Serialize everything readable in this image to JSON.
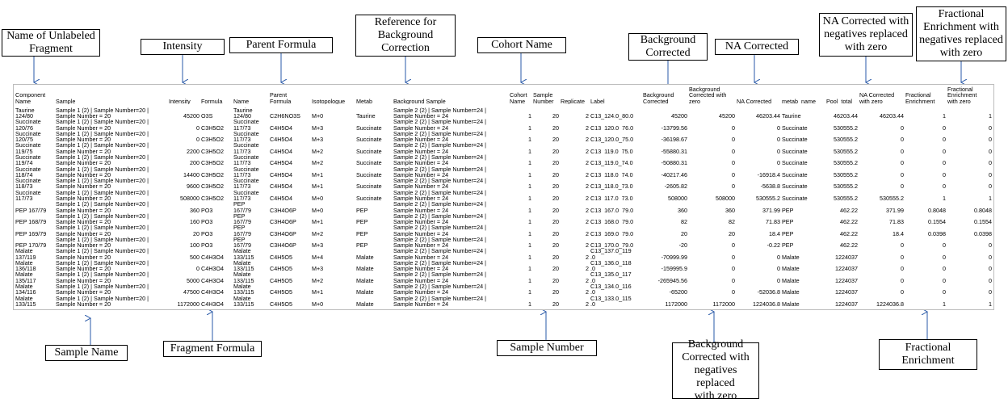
{
  "callouts": {
    "name_unlabeled_fragment": "Name of Unlabeled\nFragment",
    "intensity": "Intensity",
    "parent_formula": "Parent Formula",
    "reference_background": "Reference for\nBackground\nCorrection",
    "cohort_name": "Cohort Name",
    "background_corrected": "Background\nCorrected",
    "na_corrected": "NA Corrected",
    "na_corrected_neg_zero": "NA Corrected with\nnegatives replaced\nwith zero",
    "fractional_enrichment_neg_zero": "Fractional\nEnrichment with\nnegatives replaced\nwith zero",
    "sample_name": "Sample Name",
    "fragment_formula": "Fragment Formula",
    "sample_number": "Sample Number",
    "background_corrected_neg_zero": "Background\nCorrected with\nnegatives replaced\nwith zero",
    "fractional_enrichment": "Fractional\nEnrichment"
  },
  "table": {
    "headers": [
      "Component\nName",
      "Sample",
      "Intensity",
      "Formula",
      "Name",
      "Parent\nFormula",
      "Isotopologue",
      "Metab",
      "Background Sample",
      "Cohort\nName",
      "Sample\nNumber",
      "Replicate",
      "Label",
      "Background\nCorrected",
      "Background\nCorrected with\nzero",
      "NA Corrected",
      "metab_name",
      "Pool_total",
      "NA Corrected\nwith zero",
      "Fractional\nEnrichment",
      "Fractional\nEnrichment\nwith zero"
    ],
    "rows": [
      [
        "Taurine\n124/80",
        "Sample 1 (2) | Sample Number=20 |\nSample Number = 20",
        "45200",
        "O3S",
        "Taurine\n124/80",
        "C2H6NO3S",
        "M+0",
        "Taurine",
        "Sample 2 (2) | Sample Number=24 |\nSample Number = 24",
        "1",
        "20",
        "2",
        "C13_124.0_80.0",
        "45200",
        "45200",
        "46203.44",
        "Taurine",
        "46203.44",
        "46203.44",
        "1",
        "1"
      ],
      [
        "Succinate\n120/76",
        "Sample 1 (2) | Sample Number=20 |\nSample Number = 20",
        "0",
        "C3H5O2",
        "Succinate\n117/73",
        "C4H5O4",
        "M+3",
        "Succinate",
        "Sample 2 (2) | Sample Number=24 |\nSample Number = 24",
        "1",
        "20",
        "2",
        "C13_120.0_76.0",
        "-13799.56",
        "0",
        "0",
        "Succinate",
        "530555.2",
        "0",
        "0",
        "0"
      ],
      [
        "Succinate\n120/75",
        "Sample 1 (2) | Sample Number=20 |\nSample Number = 20",
        "0",
        "C3H5O2",
        "Succinate\n117/73",
        "C4H5O4",
        "M+3",
        "Succinate",
        "Sample 2 (2) | Sample Number=24 |\nSample Number = 24",
        "1",
        "20",
        "2",
        "C13_120.0_75.0",
        "-36198.67",
        "0",
        "0",
        "Succinate",
        "530555.2",
        "0",
        "0",
        "0"
      ],
      [
        "Succinate\n119/75",
        "Sample 1 (2) | Sample Number=20 |\nSample Number = 20",
        "2200",
        "C3H5O2",
        "Succinate\n117/73",
        "C4H5O4",
        "M+2",
        "Succinate",
        "Sample 2 (2) | Sample Number=24 |\nSample Number = 24",
        "1",
        "20",
        "2",
        "C13_119.0_75.0",
        "-55880.31",
        "0",
        "0",
        "Succinate",
        "530555.2",
        "0",
        "0",
        "0"
      ],
      [
        "Succinate\n119/74",
        "Sample 1 (2) | Sample Number=20 |\nSample Number = 20",
        "200",
        "C3H5O2",
        "Succinate\n117/73",
        "C4H5O4",
        "M+2",
        "Succinate",
        "Sample 2 (2) | Sample Number=24 |\nSample Number = 24",
        "1",
        "20",
        "2",
        "C13_119.0_74.0",
        "-50880.31",
        "0",
        "0",
        "Succinate",
        "530555.2",
        "0",
        "0",
        "0"
      ],
      [
        "Succinate\n118/74",
        "Sample 1 (2) | Sample Number=20 |\nSample Number = 20",
        "14400",
        "C3H5O2",
        "Succinate\n117/73",
        "C4H5O4",
        "M+1",
        "Succinate",
        "Sample 2 (2) | Sample Number=24 |\nSample Number = 24",
        "1",
        "20",
        "2",
        "C13_118.0_74.0",
        "-40217.46",
        "0",
        "-16918.4",
        "Succinate",
        "530555.2",
        "0",
        "0",
        "0"
      ],
      [
        "Succinate\n118/73",
        "Sample 1 (2) | Sample Number=20 |\nSample Number = 20",
        "9600",
        "C3H5O2",
        "Succinate\n117/73",
        "C4H5O4",
        "M+1",
        "Succinate",
        "Sample 2 (2) | Sample Number=24 |\nSample Number = 24",
        "1",
        "20",
        "2",
        "C13_118.0_73.0",
        "-2605.82",
        "0",
        "-5638.8",
        "Succinate",
        "530555.2",
        "0",
        "0",
        "0"
      ],
      [
        "Succinate\n117/73",
        "Sample 1 (2) | Sample Number=20 |\nSample Number = 20",
        "508000",
        "C3H5O2",
        "Succinate\n117/73",
        "C4H5O4",
        "M+0",
        "Succinate",
        "Sample 2 (2) | Sample Number=24 |\nSample Number = 24",
        "1",
        "20",
        "2",
        "C13_117.0_73.0",
        "508000",
        "508000",
        "530555.2",
        "Succinate",
        "530555.2",
        "530555.2",
        "1",
        "1"
      ],
      [
        "PEP 167/79",
        "Sample 1 (2) | Sample Number=20 |\nSample Number = 20",
        "360",
        "PO3",
        "PEP\n167/79",
        "C3H4O6P",
        "M+0",
        "PEP",
        "Sample 2 (2) | Sample Number=24 |\nSample Number = 24",
        "1",
        "20",
        "2",
        "C13_167.0_79.0",
        "360",
        "360",
        "371.99",
        "PEP",
        "462.22",
        "371.99",
        "0.8048",
        "0.8048"
      ],
      [
        "PEP 168/79",
        "Sample 1 (2) | Sample Number=20 |\nSample Number = 20",
        "160",
        "PO3",
        "PEP\n167/79",
        "C3H4O6P",
        "M+1",
        "PEP",
        "Sample 2 (2) | Sample Number=24 |\nSample Number = 24",
        "1",
        "20",
        "2",
        "C13_168.0_79.0",
        "82",
        "82",
        "71.83",
        "PEP",
        "462.22",
        "71.83",
        "0.1554",
        "0.1554"
      ],
      [
        "PEP 169/79",
        "Sample 1 (2) | Sample Number=20 |\nSample Number = 20",
        "20",
        "PO3",
        "PEP\n167/79",
        "C3H4O6P",
        "M+2",
        "PEP",
        "Sample 2 (2) | Sample Number=24 |\nSample Number = 24",
        "1",
        "20",
        "2",
        "C13_169.0_79.0",
        "20",
        "20",
        "18.4",
        "PEP",
        "462.22",
        "18.4",
        "0.0398",
        "0.0398"
      ],
      [
        "PEP 170/79",
        "Sample 1 (2) | Sample Number=20 |\nSample Number = 20",
        "100",
        "PO3",
        "PEP\n167/79",
        "C3H4O6P",
        "M+3",
        "PEP",
        "Sample 2 (2) | Sample Number=24 |\nSample Number = 24",
        "1",
        "20",
        "2",
        "C13_170.0_79.0",
        "-20",
        "0",
        "-0.22",
        "PEP",
        "462.22",
        "0",
        "0",
        "0"
      ],
      [
        "Malate\n137/119",
        "Sample 1 (2) | Sample Number=20 |\nSample Number = 20",
        "500",
        "C4H3O4",
        "Malate\n133/115",
        "C4H5O5",
        "M+4",
        "Malate",
        "Sample 2 (2) | Sample Number=24 |\nSample Number = 24",
        "1",
        "20",
        "2",
        "C13_137.0_119\n.0",
        "-70999.99",
        "0",
        "0",
        "Malate",
        "1224037",
        "0",
        "0",
        "0"
      ],
      [
        "Malate\n136/118",
        "Sample 1 (2) | Sample Number=20 |\nSample Number = 20",
        "0",
        "C4H3O4",
        "Malate\n133/115",
        "C4H5O5",
        "M+3",
        "Malate",
        "Sample 2 (2) | Sample Number=24 |\nSample Number = 24",
        "1",
        "20",
        "2",
        "C13_136.0_118\n.0",
        "-159995.9",
        "0",
        "0",
        "Malate",
        "1224037",
        "0",
        "0",
        "0"
      ],
      [
        "Malate\n135/117",
        "Sample 1 (2) | Sample Number=20 |\nSample Number = 20",
        "5000",
        "C4H3O4",
        "Malate\n133/115",
        "C4H5O5",
        "M+2",
        "Malate",
        "Sample 2 (2) | Sample Number=24 |\nSample Number = 24",
        "1",
        "20",
        "2",
        "C13_135.0_117\n.0",
        "-265945.56",
        "0",
        "0",
        "Malate",
        "1224037",
        "0",
        "0",
        "0"
      ],
      [
        "Malate\n134/116",
        "Sample 1 (2) | Sample Number=20 |\nSample Number = 20",
        "47500",
        "C4H3O4",
        "Malate\n133/115",
        "C4H5O5",
        "M+1",
        "Malate",
        "Sample 2 (2) | Sample Number=24 |\nSample Number = 24",
        "1",
        "20",
        "2",
        "C13_134.0_116\n.0",
        "-65200",
        "0",
        "-52036.8",
        "Malate",
        "1224037",
        "0",
        "0",
        "0"
      ],
      [
        "Malate\n133/115",
        "Sample 1 (2) | Sample Number=20 |\nSample Number = 20",
        "1172000",
        "C4H3O4",
        "Malate\n133/115",
        "C4H5O5",
        "M+0",
        "Malate",
        "Sample 2 (2) | Sample Number=24 |\nSample Number = 24",
        "1",
        "20",
        "2",
        "C13_133.0_115\n.0",
        "1172000",
        "1172000",
        "1224036.8",
        "Malate",
        "1224037",
        "1224036.8",
        "1",
        "1"
      ]
    ]
  }
}
